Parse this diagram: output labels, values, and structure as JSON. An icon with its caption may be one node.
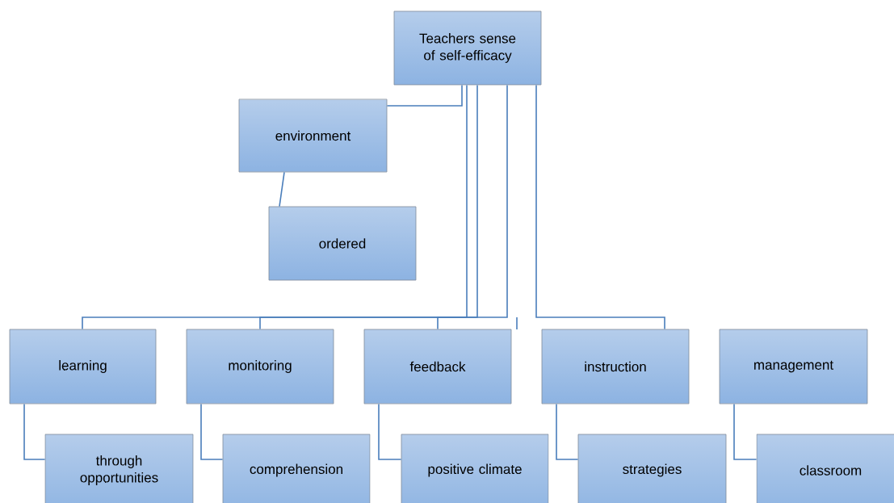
{
  "diagram": {
    "nodes": [
      {
        "text": [
          "Teachers sense of self-efficacy"
        ]
      },
      {
        "text": [
          "environment"
        ]
      },
      {
        "text": [
          "ordered"
        ]
      },
      {
        "text": [
          "learning"
        ]
      },
      {
        "text": [
          "through opportunities"
        ]
      },
      {
        "text": [
          "monitoring"
        ]
      },
      {
        "text": [
          "comprehension"
        ]
      },
      {
        "text": [
          "feedback"
        ]
      },
      {
        "text": [
          "positive climate"
        ]
      },
      {
        "text": [
          "instruction"
        ]
      },
      {
        "text": [
          "strategies"
        ]
      },
      {
        "text": [
          "management"
        ]
      },
      {
        "text": [
          "classroom"
        ]
      }
    ],
    "edges": [
      {
        "from": 0,
        "to": 1,
        "arrow": "none"
      },
      {
        "from": 1,
        "to": 2,
        "arrow": "none"
      },
      {
        "from": 0,
        "to": 3,
        "arrow": "none"
      },
      {
        "from": 0,
        "to": 5,
        "arrow": "none"
      },
      {
        "from": 0,
        "to": 7,
        "arrow": "none"
      },
      {
        "from": 0,
        "to": 9,
        "arrow": "none"
      },
      {
        "from": 3,
        "to": 4,
        "arrow": "none"
      },
      {
        "from": 5,
        "to": 6,
        "arrow": "none"
      },
      {
        "from": 7,
        "to": 8,
        "arrow": "none"
      },
      {
        "from": 9,
        "to": 10,
        "arrow": "none"
      },
      {
        "from": 11,
        "to": 12,
        "arrow": "none"
      }
    ]
  }
}
